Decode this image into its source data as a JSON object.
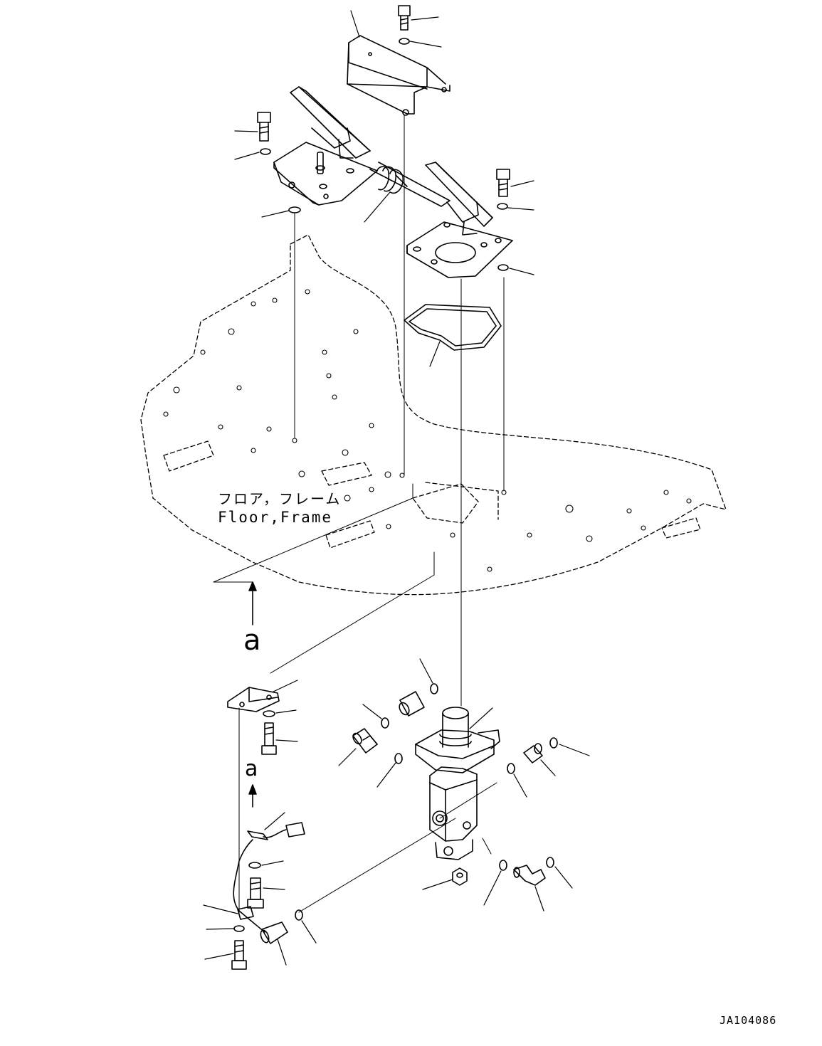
{
  "diagram": {
    "floor_label_jp": "フロア，フレーム",
    "floor_label_en": "Floor,Frame",
    "view_marker_main": "a",
    "view_marker_secondary": "a",
    "drawing_number": "JA104086"
  },
  "colors": {
    "line": "#000000",
    "background": "#ffffff"
  }
}
